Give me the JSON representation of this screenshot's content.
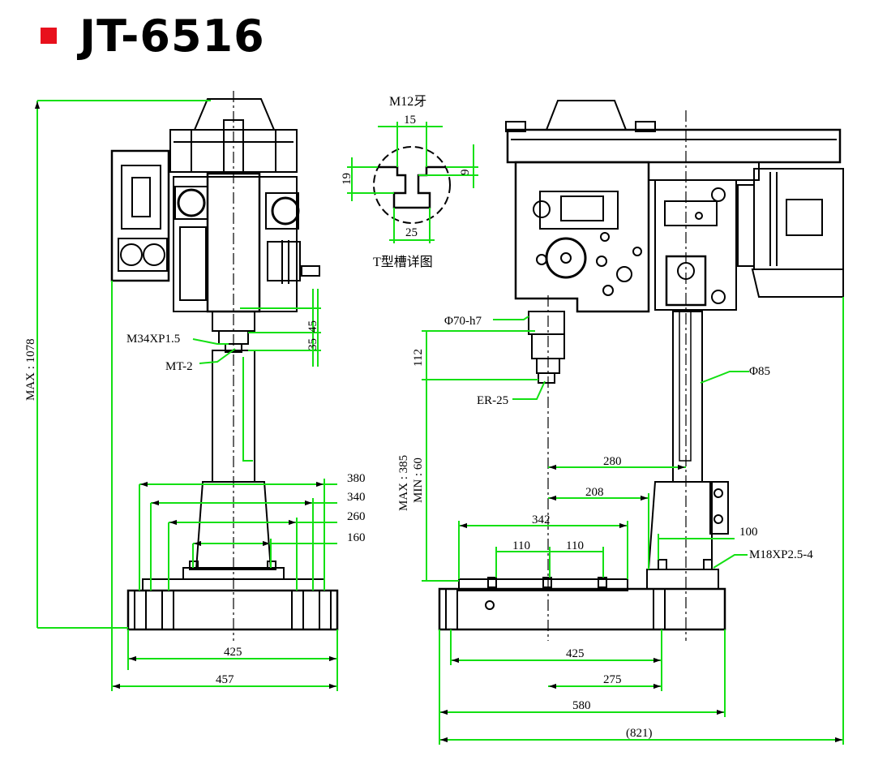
{
  "title": "JT-6516",
  "colors": {
    "accent": "#e8101d",
    "dimension": "#13e013",
    "line": "#000000"
  },
  "tslot": {
    "heading": "M12牙",
    "caption": "T型槽详图",
    "top_width": "15",
    "bottom_width": "25",
    "depth": "19",
    "neck": "9"
  },
  "front_view": {
    "max_height": "MAX : 1078",
    "spindle_thread": "M34XP1.5",
    "taper": "MT-2",
    "dim_45": "45",
    "dim_35": "35",
    "width_380": "380",
    "width_340": "340",
    "width_260": "260",
    "width_160": "160",
    "base_425": "425",
    "base_457": "457"
  },
  "side_view": {
    "quill": "Φ70-h7",
    "collet": "ER-25",
    "column": "Φ85",
    "dim_112": "112",
    "stroke_max": "MAX : 385",
    "stroke_min": "MIN : 60",
    "dim_280": "280",
    "dim_208": "208",
    "dim_342": "342",
    "dim_110a": "110",
    "dim_110b": "110",
    "dim_100": "100",
    "bolt": "M18XP2.5-4",
    "base_425": "425",
    "dim_275": "275",
    "dim_580": "580",
    "overall": "(821)"
  }
}
